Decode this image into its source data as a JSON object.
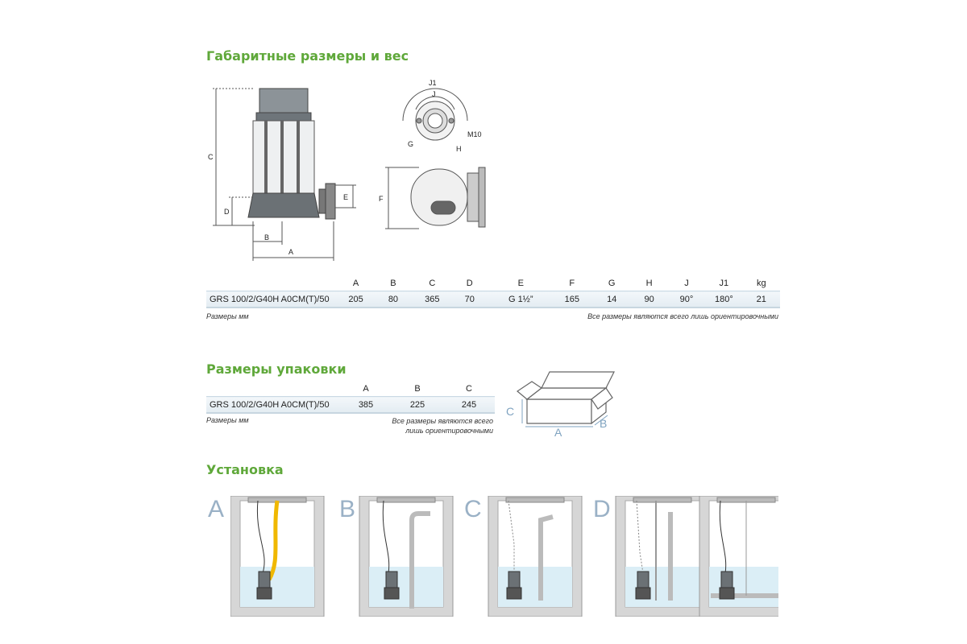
{
  "sections": {
    "dimensions_title": "Габаритные размеры и вес",
    "packaging_title": "Размеры упаковки",
    "installation_title": "Установка"
  },
  "dimension_drawing": {
    "labels": [
      "A",
      "B",
      "C",
      "D",
      "E",
      "F",
      "G",
      "H",
      "J",
      "J1",
      "M10"
    ]
  },
  "dimensions_table": {
    "headers": [
      "",
      "A",
      "B",
      "C",
      "D",
      "E",
      "F",
      "G",
      "H",
      "J",
      "J1",
      "kg"
    ],
    "rows": [
      [
        "GRS 100/2/G40H A0CM(T)/50",
        "205",
        "80",
        "365",
        "70",
        "G 1½”",
        "165",
        "14",
        "90",
        "90°",
        "180°",
        "21"
      ]
    ],
    "note_left": "Размеры мм",
    "note_right": "Все размеры являются всего лишь ориентировочными"
  },
  "packaging_table": {
    "headers": [
      "",
      "A",
      "B",
      "C"
    ],
    "rows": [
      [
        "GRS 100/2/G40H A0CM(T)/50",
        "385",
        "225",
        "245"
      ]
    ],
    "note_left": "Размеры мм",
    "note_right_line1": "Все размеры являются всего",
    "note_right_line2": "лишь ориентировочными",
    "box_labels": [
      "A",
      "B",
      "C"
    ]
  },
  "installation": {
    "options": [
      {
        "label": "A"
      },
      {
        "label": "B"
      },
      {
        "label": "C"
      },
      {
        "label": "D"
      }
    ]
  },
  "colors": {
    "heading": "#5fa83a",
    "water": "#dbeef6",
    "wall": "#d6d6d6",
    "hose": "#f0b800",
    "option_letter": "#9ab1c6"
  }
}
